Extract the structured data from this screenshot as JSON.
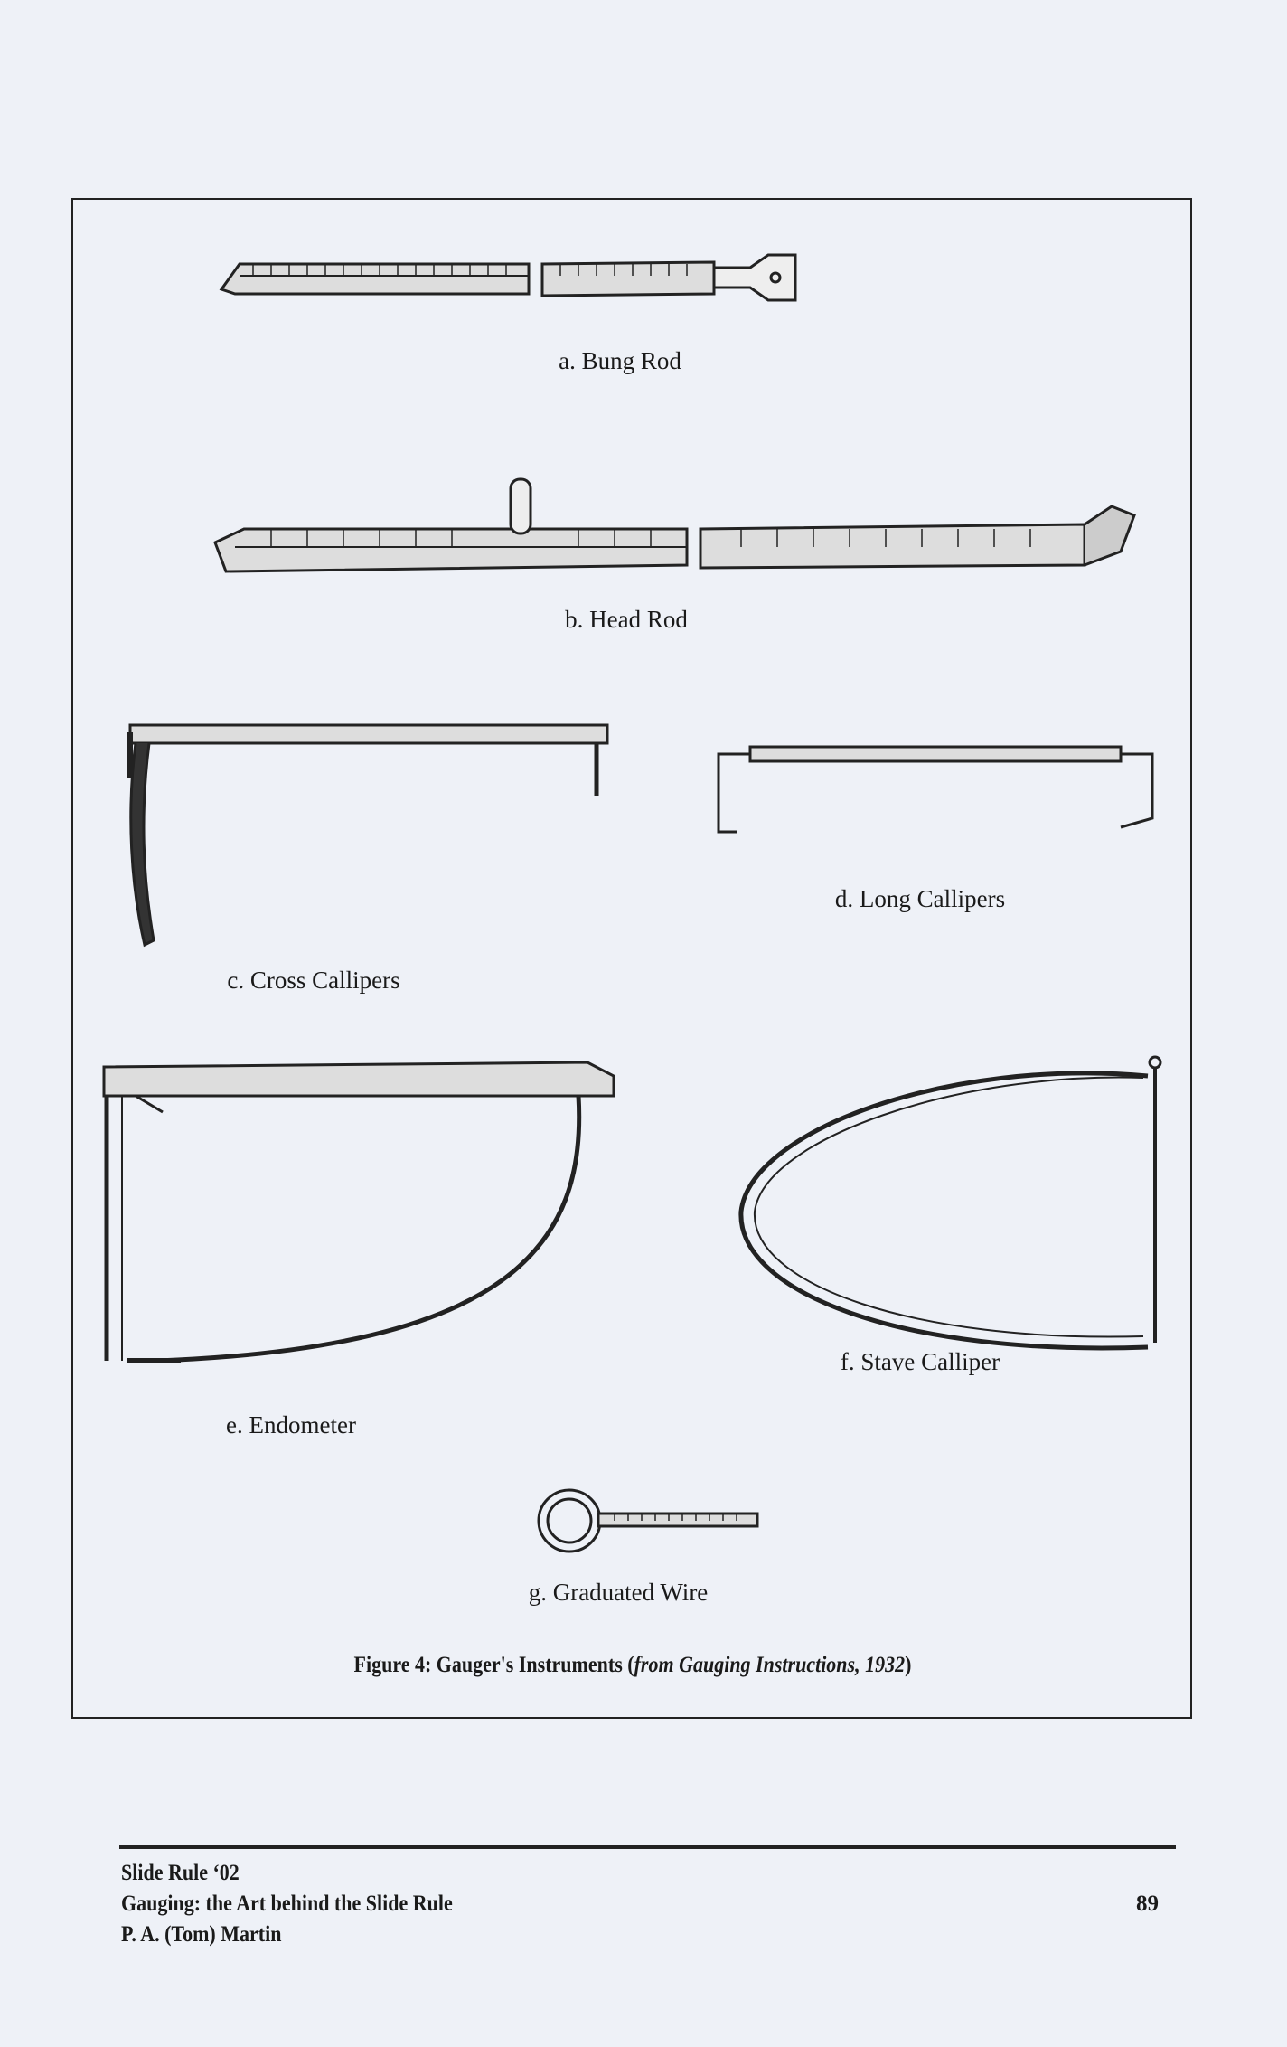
{
  "figure": {
    "labels": {
      "a": "a. Bung Rod",
      "b": "b. Head Rod",
      "c": "c. Cross Callipers",
      "d": "d. Long Callipers",
      "e": "e. Endometer",
      "f": "f. Stave Calliper",
      "g": "g. Graduated Wire"
    },
    "caption_main": "Figure 4:  Gauger's Instruments (",
    "caption_italic": "from Gauging Instructions, 1932",
    "caption_end": ")"
  },
  "footer": {
    "line1": "Slide Rule ‘02",
    "line2": "Gauging: the Art behind the Slide Rule",
    "line3": "P. A. (Tom) Martin",
    "page_number": "89"
  }
}
